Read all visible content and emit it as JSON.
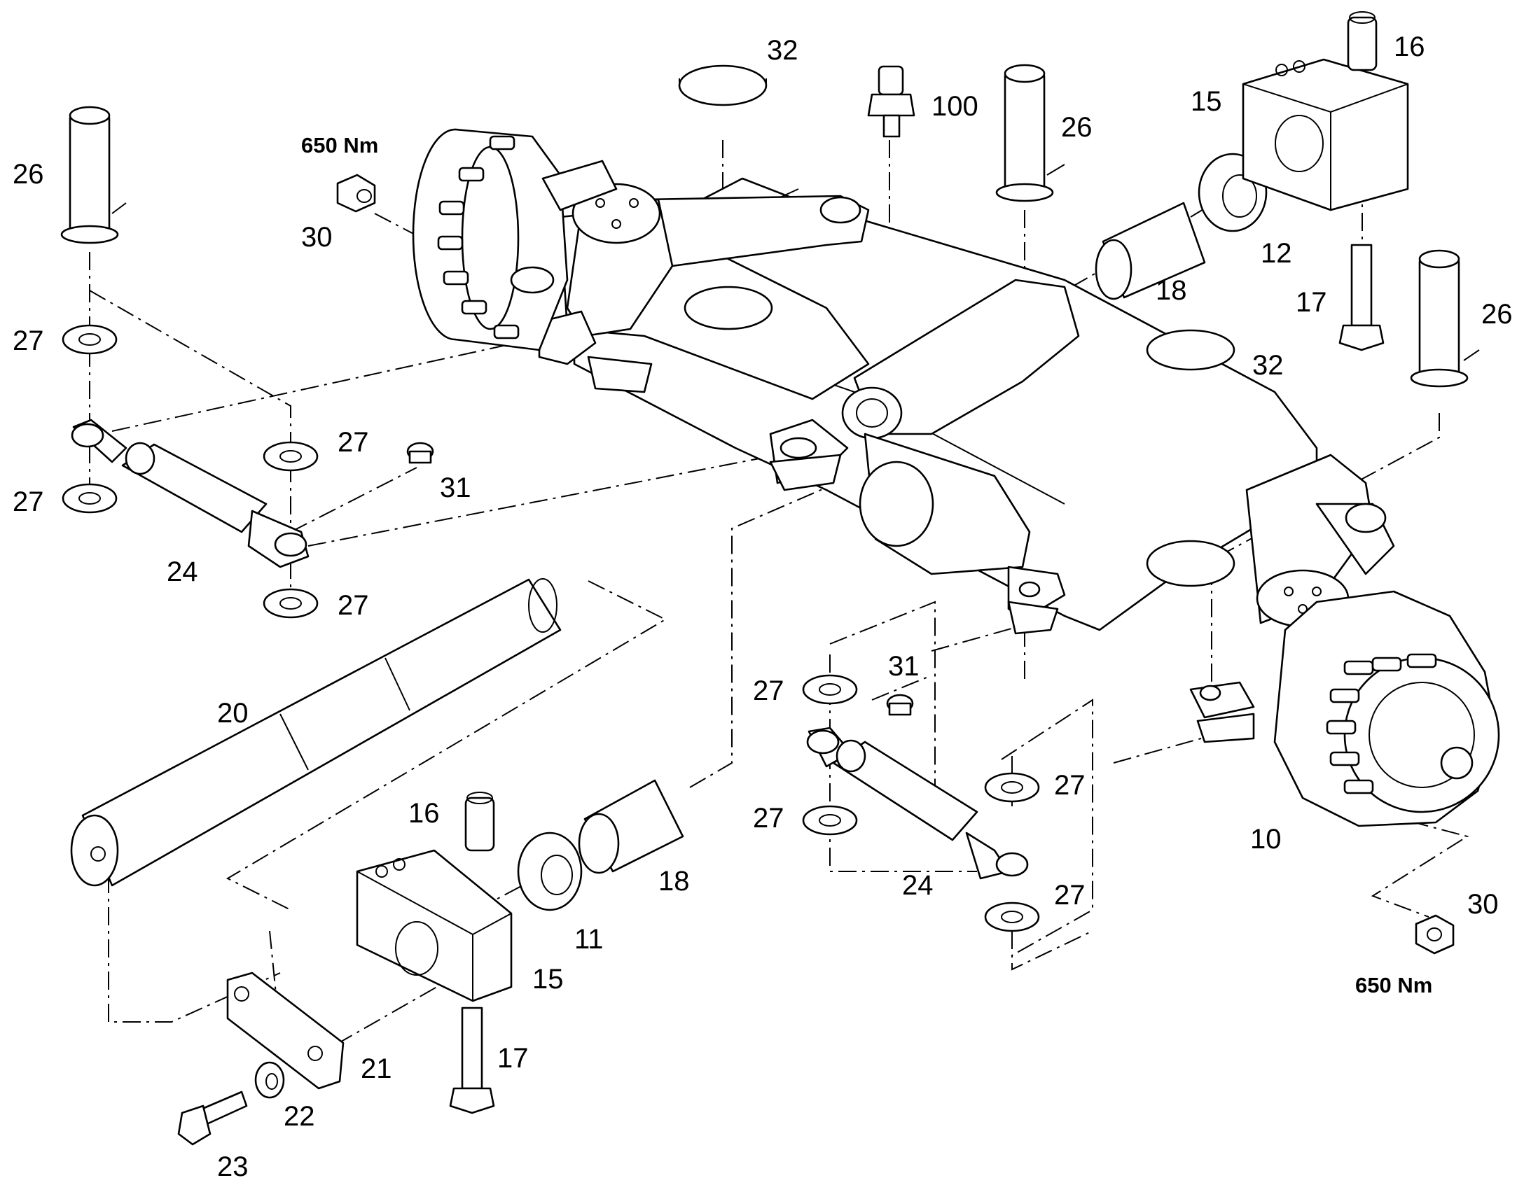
{
  "diagram": {
    "callouts": [
      {
        "id": "label-10",
        "text": "10"
      },
      {
        "id": "label-11",
        "text": "11"
      },
      {
        "id": "label-12",
        "text": "12"
      },
      {
        "id": "label-15a",
        "text": "15"
      },
      {
        "id": "label-15b",
        "text": "15"
      },
      {
        "id": "label-16a",
        "text": "16"
      },
      {
        "id": "label-16b",
        "text": "16"
      },
      {
        "id": "label-17a",
        "text": "17"
      },
      {
        "id": "label-17b",
        "text": "17"
      },
      {
        "id": "label-18a",
        "text": "18"
      },
      {
        "id": "label-18b",
        "text": "18"
      },
      {
        "id": "label-20",
        "text": "20"
      },
      {
        "id": "label-21",
        "text": "21"
      },
      {
        "id": "label-22",
        "text": "22"
      },
      {
        "id": "label-23",
        "text": "23"
      },
      {
        "id": "label-24a",
        "text": "24"
      },
      {
        "id": "label-24b",
        "text": "24"
      },
      {
        "id": "label-26a",
        "text": "26"
      },
      {
        "id": "label-26b",
        "text": "26"
      },
      {
        "id": "label-26c",
        "text": "26"
      },
      {
        "id": "label-27a",
        "text": "27"
      },
      {
        "id": "label-27b",
        "text": "27"
      },
      {
        "id": "label-27c",
        "text": "27"
      },
      {
        "id": "label-27d",
        "text": "27"
      },
      {
        "id": "label-27e",
        "text": "27"
      },
      {
        "id": "label-27f",
        "text": "27"
      },
      {
        "id": "label-27g",
        "text": "27"
      },
      {
        "id": "label-27h",
        "text": "27"
      },
      {
        "id": "label-30a",
        "text": "30"
      },
      {
        "id": "label-30b",
        "text": "30"
      },
      {
        "id": "label-31a",
        "text": "31"
      },
      {
        "id": "label-31b",
        "text": "31"
      },
      {
        "id": "label-32a",
        "text": "32"
      },
      {
        "id": "label-32b",
        "text": "32"
      },
      {
        "id": "label-100",
        "text": "100"
      }
    ],
    "torques": [
      {
        "id": "torque-left",
        "text": "650 Nm"
      },
      {
        "id": "torque-right",
        "text": "650 Nm"
      }
    ]
  }
}
